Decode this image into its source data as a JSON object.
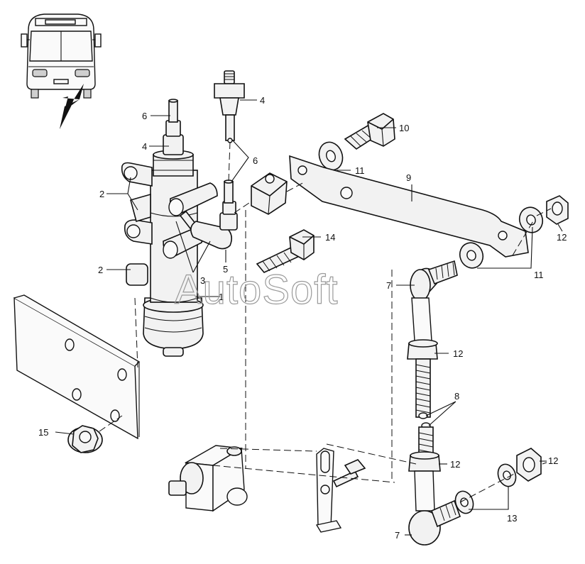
{
  "watermark": "AutoSoft",
  "callouts": {
    "c_6a": "6",
    "c_4a": "4",
    "c_4b": "4",
    "c_6b": "6",
    "c_10": "10",
    "c_11a": "11",
    "c_9": "9",
    "c_2a": "2",
    "c_14": "14",
    "c_12a": "12",
    "c_2b": "2",
    "c_5": "5",
    "c_3": "3",
    "c_1": "1",
    "c_11b": "11",
    "c_7a": "7",
    "c_12b": "12",
    "c_8": "8",
    "c_15": "15",
    "c_12c": "12",
    "c_12d": "12",
    "c_13": "13",
    "c_7b": "7"
  },
  "colors": {
    "line": "#111111",
    "fill": "#f2f2f2",
    "watermark": "#9a9a9a"
  }
}
